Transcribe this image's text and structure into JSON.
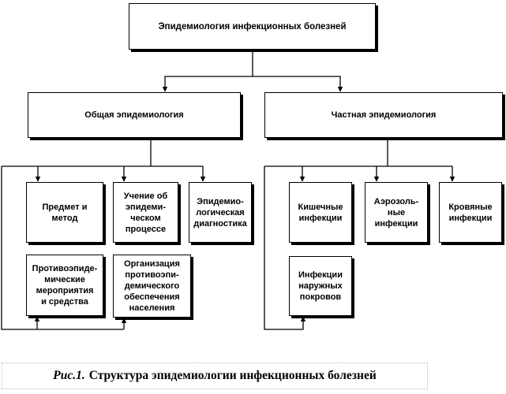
{
  "diagram": {
    "root": "Эпидемиология инфекционных болезней",
    "general": {
      "title": "Общая эпидемиология",
      "items": [
        "Предмет и\nметод",
        "Учение об\nэпидеми-\nческом\nпроцессе",
        "Эпидемио-\nлогическая\nдиагностика",
        "Противоэпиде-\nмические\nмероприятия\nи средства",
        "Организация\nпротивоэпи-\nдемического\nобеспечения\nнаселения"
      ]
    },
    "special": {
      "title": "Частная эпидемиология",
      "items": [
        "Кишечные\nинфекции",
        "Аэрозоль-\nные\nинфекции",
        "Кровяные\nинфекции",
        "Инфекции\nнаружных\nпокровов"
      ]
    }
  },
  "caption": {
    "figure_label": "Рис.1.",
    "text": "Структура эпидемиологии инфекционных болезней"
  }
}
